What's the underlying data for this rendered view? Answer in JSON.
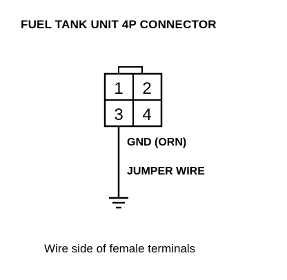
{
  "title": "FUEL TANK UNIT 4P CONNECTOR",
  "connector": {
    "pins": [
      "1",
      "2",
      "3",
      "4"
    ]
  },
  "labels": {
    "gnd": "GND (ORN)",
    "jumper": "JUMPER WIRE"
  },
  "caption": "Wire side of female terminals",
  "icons": [
    "connector-icon",
    "ground-symbol-icon"
  ]
}
